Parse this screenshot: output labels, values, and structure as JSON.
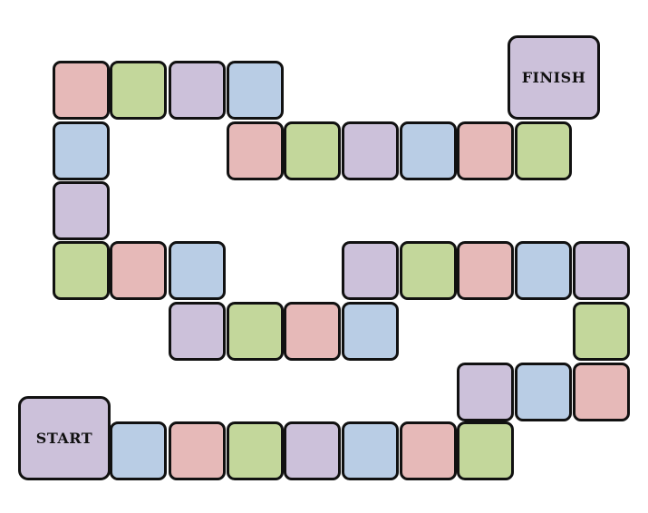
{
  "palette": {
    "red": "#e6b9b8",
    "green": "#c3d79b",
    "purple": "#ccc1da",
    "blue": "#b9cde5"
  },
  "start_tile": {
    "label": "START",
    "color": "purple"
  },
  "finish_tile": {
    "label": "FINISH",
    "color": "purple"
  },
  "path_colors": [
    "blue",
    "red",
    "green",
    "purple",
    "blue",
    "red",
    "green",
    "purple",
    "blue",
    "red",
    "green",
    "purple",
    "purple",
    "blue",
    "red",
    "green",
    "purple",
    "blue",
    "red",
    "green",
    "purple",
    "blue",
    "red",
    "green",
    "purple",
    "blue",
    "purple",
    "blue",
    "green",
    "red",
    "blue",
    "purple",
    "green",
    "red",
    "blue",
    "purple",
    "red",
    "green",
    "purple",
    "blue",
    "red",
    "green"
  ]
}
